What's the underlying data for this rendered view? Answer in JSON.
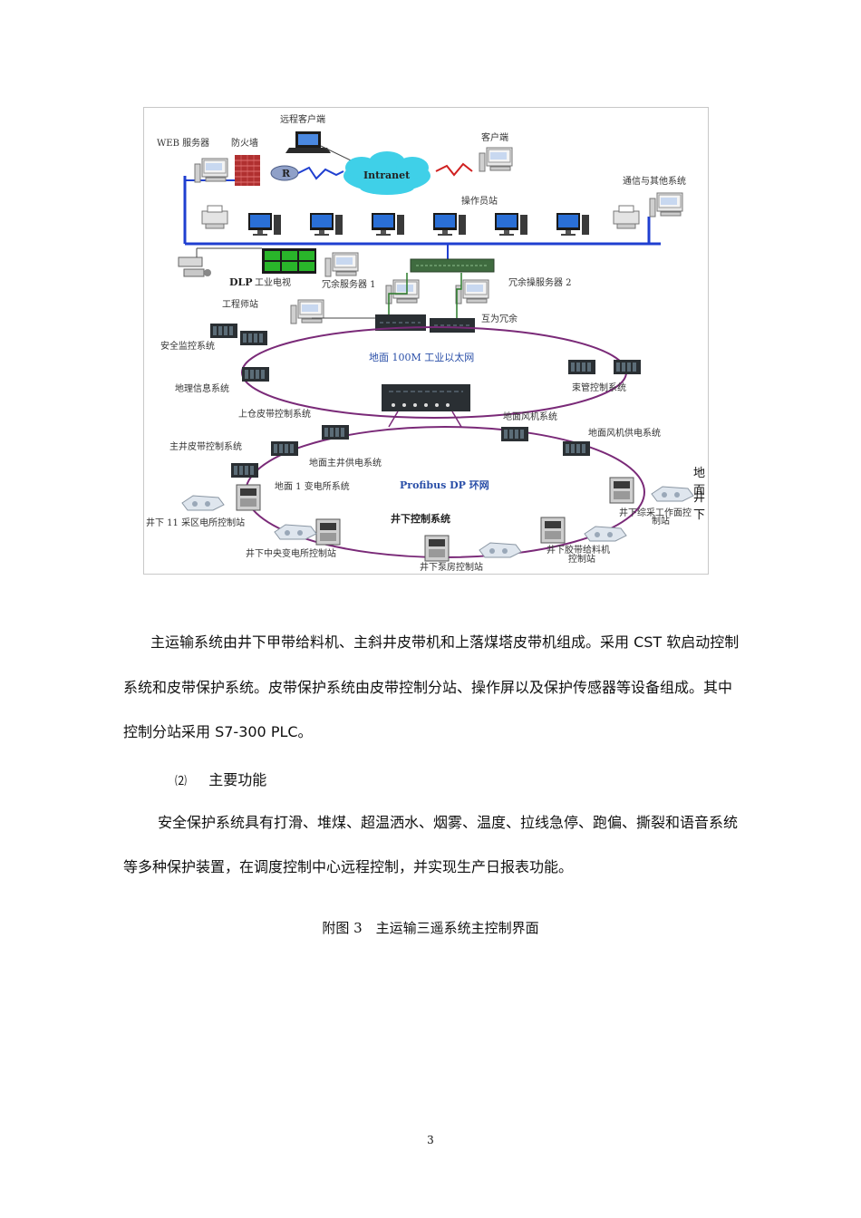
{
  "figure": {
    "labels": {
      "remote_client": "远程客户端",
      "web_server": "WEB 服务器",
      "firewall": "防火墙",
      "router": "R",
      "intranet": "Intranet",
      "client": "客户端",
      "operator_stations": "操作员站",
      "comm_other": "通信与其他系统",
      "dlp": "DLP",
      "industrial_tv": "工业电视",
      "redundant_server_1": "冗余服务器 1",
      "redundant_server_2": "冗余操服务器 2",
      "engineer_station": "工程师站",
      "mutual_redundant": "互为冗余",
      "safety_monitoring": "安全监控系统",
      "ethernet_100m": "地面 100M 工业以太网",
      "geo_info": "地理信息系统",
      "bundle_tube": "束管控制系统",
      "upper_belt": "上仓皮带控制系统",
      "surface_fan": "地面风机系统",
      "surface_fan_power": "地面风机供电系统",
      "main_shaft_belt": "主井皮带控制系统",
      "main_shaft_power": "地面主井供电系统",
      "substation_1": "地面 1 变电所系统",
      "profibus": "Profibus DP 环网",
      "mining_area_11": "井下 11 采区电所控制站",
      "underground_control": "井下控制系统",
      "fully_mech_face": "井下综采工作面控制站",
      "fully_mech_face_a": "井下综采工作面控",
      "fully_mech_face_b": "制站",
      "central_substation": "井下中央变电所控制站",
      "belt_feeder": "井下胶带给料机控制站",
      "belt_feeder_a": "井下胶带给料机",
      "belt_feeder_b": "控制站",
      "pump_room": "井下泵房控制站"
    },
    "side_labels": [
      "地面",
      "井下"
    ]
  },
  "body": {
    "para1_line1": "主运输系统由井下甲带给料机、主斜井皮带机和上落煤塔皮带机组成。采用 CST 软启动控制",
    "para1_line2": "系统和皮带保护系统。皮带保护系统由皮带控制分站、操作屏以及保护传感器等设备组成。其中",
    "para1_line3": "控制分站采用 S7-300 PLC。",
    "heading_num": "⑵",
    "heading": "主要功能",
    "para2_line1": "安全保护系统具有打滑、堆煤、超温洒水、烟雾、温度、拉线急停、跑偏、撕裂和语音系统",
    "para2_line2": "等多种保护装置，在调度控制中心远程控制，并实现生产日报表功能。"
  },
  "caption": "附图 3　主运输三遥系统主控制界面",
  "page_number": "3",
  "colors": {
    "network_line": "#1f3fd0",
    "ring": "#7a2a78",
    "intranet_cloud": "#3fd0e8",
    "firewall": "#b03030",
    "dlp_green": "#29b52a"
  }
}
